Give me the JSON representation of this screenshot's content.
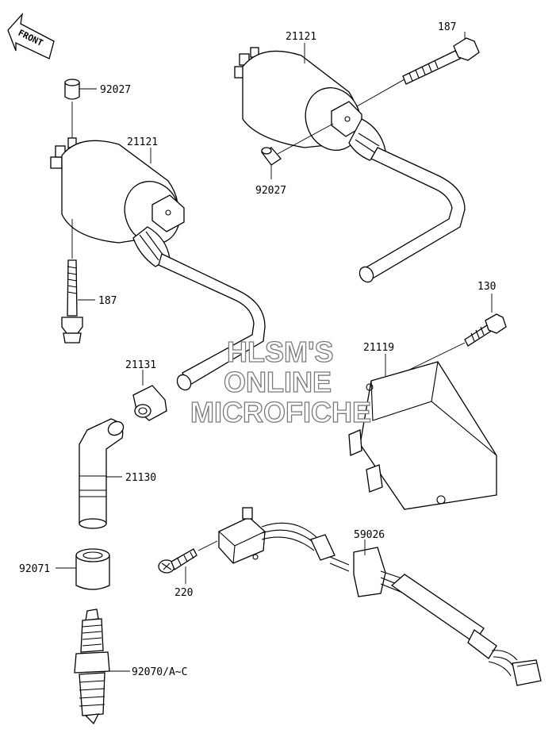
{
  "front_arrow": {
    "label": "FRONT"
  },
  "watermark": {
    "line1": "HLSM'S",
    "line2": "ONLINE",
    "line3": "MICROFICHE"
  },
  "labels": {
    "coil_top": "21121",
    "bolt_top": "187",
    "cap_left_top": "92027",
    "coil_left": "21121",
    "cap_mid": "92027",
    "bolt_left": "187",
    "screw_130": "130",
    "igniter": "21119",
    "cap_nut": "21131",
    "plug_cap": "21130",
    "grommet": "92071",
    "screw_220": "220",
    "harness": "59026",
    "spark_plug": "92070/A~C"
  }
}
